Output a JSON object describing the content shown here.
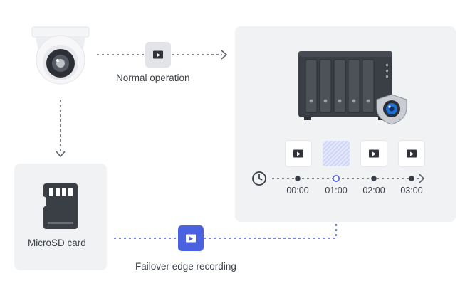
{
  "labels": {
    "normal_operation": "Normal operation",
    "microsd_card": "MicroSD card",
    "failover_edge_recording": "Failover edge recording"
  },
  "timeline": {
    "ticks": [
      "00:00",
      "01:00",
      "02:00",
      "03:00"
    ]
  },
  "icons": {
    "camera": "dome-camera-icon",
    "nas": "nas-server-icon",
    "surveillance_badge": "camera-shield-icon",
    "sd_card": "microsd-card-icon",
    "clock": "clock-icon",
    "video": "video-play-icon"
  },
  "colors": {
    "accent": "#4a62e0",
    "panel": "#f1f2f4",
    "dark": "#3a3f47"
  }
}
